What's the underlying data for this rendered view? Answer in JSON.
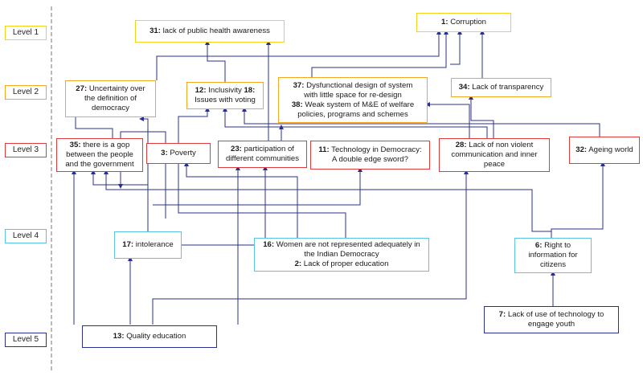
{
  "colors": {
    "level1": "#f2d21b",
    "level2": "#f5a623",
    "level3": "#e03a3a",
    "level4": "#58c4e6",
    "level5": "#2b2f8f",
    "edge": "#2b2f8f",
    "divider": "#777777"
  },
  "levels": [
    "Level 1",
    "Level 2",
    "Level 3",
    "Level 4",
    "Level 5"
  ],
  "nodes": {
    "n31": {
      "num": "31:",
      "lines": [
        "lack of public health awareness"
      ]
    },
    "n1": {
      "num": "1:",
      "lines": [
        "Corruption"
      ]
    },
    "n27": {
      "num": "27:",
      "lines": [
        "Uncertainty over",
        "the definition of",
        "democracy"
      ]
    },
    "n12": {
      "num": "12:",
      "lines": [
        "Inclusivity",
        "Issues with voting"
      ],
      "num2": "18:"
    },
    "n37": {
      "num": "37:",
      "lines": [
        "Dysfunctional design of system",
        "with little space for re-design"
      ]
    },
    "n38": {
      "num": "38:",
      "lines": [
        "Weak system of M&E of welfare",
        "policies, programs and schemes"
      ]
    },
    "n34": {
      "num": "34:",
      "lines": [
        "Lack of transparency"
      ]
    },
    "n35": {
      "num": "35:",
      "lines": [
        "there is a gop",
        "between the people",
        "and the government"
      ]
    },
    "n3": {
      "num": "3:",
      "lines": [
        "Poverty"
      ]
    },
    "n23": {
      "num": "23:",
      "lines": [
        "participation of",
        "different communities"
      ]
    },
    "n11": {
      "num": "11:",
      "lines": [
        "Technology in Democracy:",
        "A double edge sword?"
      ]
    },
    "n28": {
      "num": "28:",
      "lines": [
        "Lack of non violent",
        "communication and inner",
        "peace"
      ]
    },
    "n32": {
      "num": "32:",
      "lines": [
        "Ageing world"
      ]
    },
    "n17": {
      "num": "17:",
      "lines": [
        "intolerance"
      ]
    },
    "n16": {
      "num": "16:",
      "lines": [
        "Women are not represented adequately in",
        "the Indian Democracy"
      ]
    },
    "n2": {
      "num": "2:",
      "lines": [
        "Lack of proper education"
      ]
    },
    "n6": {
      "num": "6:",
      "lines": [
        "Right to",
        "information for",
        "citizens"
      ]
    },
    "n7": {
      "num": "7:",
      "lines": [
        "Lack of use of technology to",
        "engage youth"
      ]
    },
    "n13": {
      "num": "13:",
      "lines": [
        "Quality education"
      ]
    }
  }
}
